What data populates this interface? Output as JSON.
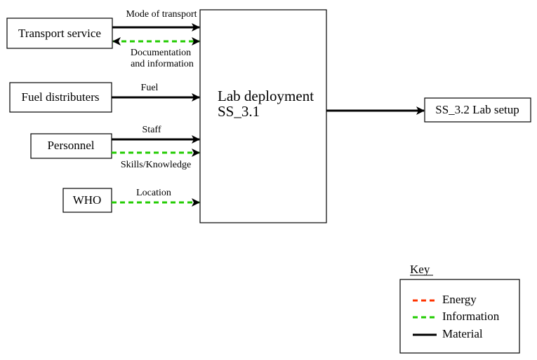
{
  "sources": {
    "transport": "Transport service",
    "fuel": "Fuel distributers",
    "personnel": "Personnel",
    "who": "WHO"
  },
  "center": {
    "title_line1": "Lab deployment",
    "title_line2": "SS_3.1"
  },
  "output": {
    "label": "SS_3.2 Lab setup"
  },
  "edges": {
    "mode_of_transport": "Mode of transport",
    "documentation_line1": "Documentation",
    "documentation_line2": "and information",
    "fuel": "Fuel",
    "staff": "Staff",
    "skills": "Skills/Knowledge",
    "location": "Location"
  },
  "key": {
    "title": "Key",
    "energy": "Energy",
    "information": "Information",
    "material": "Material"
  },
  "colors": {
    "material": "#000000",
    "information": "#22cc00",
    "energy": "#ff3300"
  }
}
